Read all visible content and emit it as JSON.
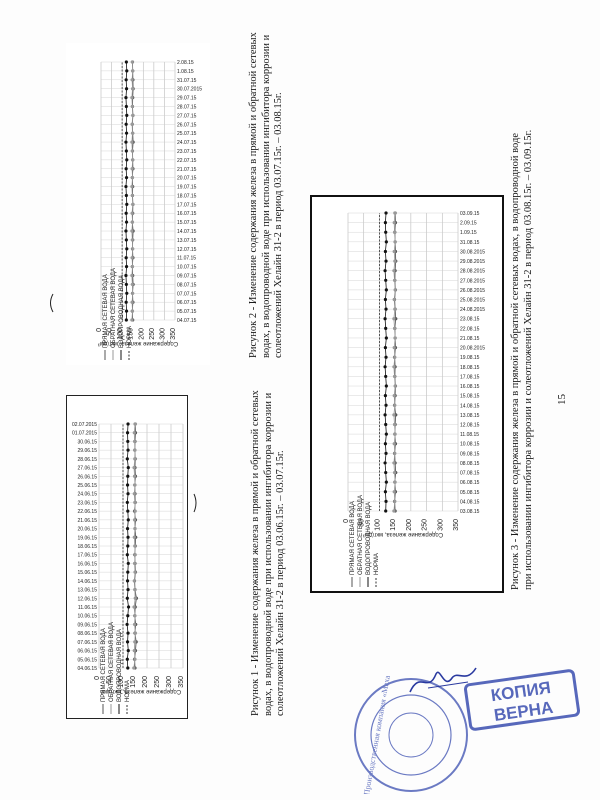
{
  "page_number": "15",
  "stamp_copy": {
    "line1": "КОПИЯ",
    "line2": "ВЕРНА"
  },
  "seal_text": "Производственная компания «Махаон»",
  "captions": {
    "fig1": [
      "Рисунок 1 - Изменение содержания железа в прямой и обратной сетевых",
      "водах, в водопроводной воде при использовании ингибитора коррозии и",
      "солеотложений Хелайн 31-2 в период 03.06.15г. – 03.07.15г."
    ],
    "fig2": [
      "Рисунок 2 - Изменение содержания железа в прямой и обратной сетевых",
      "водах, в водопроводной воде при использовании ингибитора коррозии и",
      "солеотложений Хелайн 31-2 в период 03.07.15г. – 03.08.15г."
    ],
    "fig3": [
      "Рисунок 3 - Изменение содержания железа в прямой и обратной сетевых водах, в водопроводной воде",
      "при использовании ингибитора коррозии и солеотложений Хелайн 31-2 в период 03.08.15г. – 03.09.15г."
    ]
  },
  "chart_data": [
    {
      "type": "line",
      "id": "fig1",
      "ylabel": "Содержание железа, мкг/дм³",
      "yticks": [
        "0",
        "50",
        "100",
        "150",
        "200",
        "250",
        "300",
        "350"
      ],
      "ylim": [
        0,
        350
      ],
      "grid": true,
      "x": [
        "04.06.15",
        "05.06.15",
        "06.06.15",
        "07.06.15",
        "08.06.15",
        "09.06.15",
        "10.06.15",
        "11.06.15",
        "12.06.15",
        "13.06.15",
        "14.06.15",
        "15.06.15",
        "16.06.15",
        "17.06.15",
        "18.06.15",
        "19.06.15",
        "20.06.15",
        "21.06.15",
        "22.06.15",
        "23.06.15",
        "24.06.15",
        "25.06.15",
        "26.06.15",
        "27.06.15",
        "28.06.15",
        "29.06.15",
        "30.06.15",
        "01.07.2015",
        "02.07.2015"
      ],
      "series": [
        {
          "name": "ПРЯМАЯ СЕТЕВАЯ ВОДА",
          "color": "#555555",
          "values": [
            150,
            148,
            152,
            155,
            150,
            153,
            149,
            151,
            156,
            150,
            148,
            152,
            150,
            149,
            151,
            153,
            150,
            152,
            148,
            151,
            150,
            149,
            152,
            150,
            151,
            149,
            150,
            152,
            151
          ]
        },
        {
          "name": "ОБРАТНАЯ СЕТЕВАЯ ВОДА",
          "color": "#999999",
          "values": [
            145,
            150,
            147,
            149,
            152,
            148,
            150,
            146,
            151,
            149,
            147,
            150,
            148,
            151,
            149,
            147,
            150,
            148,
            151,
            149,
            147,
            150,
            148,
            146,
            149,
            150,
            148,
            147,
            150
          ]
        },
        {
          "name": "ВОДОПРОВОДНАЯ ВОДА",
          "color": "#111111",
          "values": [
            120,
            118,
            122,
            119,
            121,
            117,
            120,
            123,
            118,
            121,
            119,
            120,
            122,
            118,
            120,
            121,
            119,
            122,
            120,
            118,
            121,
            119,
            120,
            122,
            118,
            121,
            120,
            119,
            121
          ]
        },
        {
          "name": "НОРМА",
          "color": "#333333",
          "dashed": true,
          "values": [
            100,
            100,
            100,
            100,
            100,
            100,
            100,
            100,
            100,
            100,
            100,
            100,
            100,
            100,
            100,
            100,
            100,
            100,
            100,
            100,
            100,
            100,
            100,
            100,
            100,
            100,
            100,
            100,
            100
          ]
        }
      ]
    },
    {
      "type": "line",
      "id": "fig2",
      "ylabel": "Содержание железа, мкг/дм³",
      "yticks": [
        "0",
        "50",
        "100",
        "150",
        "200",
        "250",
        "300",
        "350"
      ],
      "ylim": [
        0,
        350
      ],
      "grid": true,
      "x": [
        "04.07.15",
        "05.07.15",
        "06.07.15",
        "07.07.15",
        "08.07.15",
        "09.07.15",
        "10.07.15",
        "11.07.15",
        "12.07.15",
        "13.07.15",
        "14.07.15",
        "15.07.15",
        "16.07.15",
        "17.07.15",
        "18.07.15",
        "19.07.15",
        "20.07.15",
        "21.07.15",
        "22.07.15",
        "23.07.15",
        "24.07.15",
        "25.07.15",
        "26.07.15",
        "27.07.15",
        "28.07.15",
        "29.07.15",
        "30.07.2015",
        "31.07.15",
        "1.08.15",
        "2.08.15"
      ],
      "series": [
        {
          "name": "ПРЯМАЯ СЕТЕВАЯ ВОДА",
          "color": "#555555",
          "values": [
            150,
            148,
            151,
            149,
            152,
            150,
            148,
            151,
            149,
            150,
            152,
            148,
            150,
            151,
            149,
            150,
            148,
            151,
            150,
            149,
            152,
            150,
            148,
            151,
            149,
            150,
            152,
            151,
            150,
            149
          ]
        },
        {
          "name": "ОБРАТНАЯ СЕТЕВАЯ ВОДА",
          "color": "#999999",
          "values": [
            146,
            149,
            147,
            150,
            148,
            146,
            149,
            147,
            150,
            148,
            146,
            149,
            147,
            150,
            148,
            146,
            149,
            147,
            150,
            148,
            146,
            149,
            147,
            150,
            148,
            146,
            149,
            147,
            150,
            148
          ]
        },
        {
          "name": "ВОДОПРОВОДНАЯ ВОДА",
          "color": "#111111",
          "values": [
            120,
            121,
            119,
            122,
            120,
            118,
            121,
            119,
            122,
            120,
            118,
            121,
            119,
            122,
            120,
            118,
            121,
            119,
            122,
            120,
            118,
            121,
            119,
            122,
            120,
            118,
            121,
            119,
            122,
            120
          ]
        },
        {
          "name": "НОРМА",
          "color": "#333333",
          "dashed": true,
          "values": [
            100,
            100,
            100,
            100,
            100,
            100,
            100,
            100,
            100,
            100,
            100,
            100,
            100,
            100,
            100,
            100,
            100,
            100,
            100,
            100,
            100,
            100,
            100,
            100,
            100,
            100,
            100,
            100,
            100,
            100
          ]
        }
      ]
    },
    {
      "type": "line",
      "id": "fig3",
      "ylabel": "Содержание железа, мкг/дм³",
      "yticks": [
        "0",
        "50",
        "100",
        "150",
        "200",
        "250",
        "300",
        "350"
      ],
      "ylim": [
        0,
        350
      ],
      "grid": true,
      "x": [
        "03.08.15",
        "04.08.15",
        "05.08.15",
        "06.08.15",
        "07.08.15",
        "08.08.15",
        "09.08.15",
        "10.08.15",
        "11.08.15",
        "12.08.15",
        "13.08.15",
        "14.08.15",
        "15.08.15",
        "16.08.15",
        "17.08.15",
        "18.08.15",
        "19.08.15",
        "20.08.2015",
        "21.08.15",
        "22.08.15",
        "23.08.15",
        "24.08.2015",
        "25.08.2015",
        "26.08.2015",
        "27.08.2015",
        "28.08.2015",
        "29.08.2015",
        "30.08.2015",
        "31.08.15",
        "1.09.15",
        "2.09.15",
        "03.09.15"
      ],
      "series": [
        {
          "name": "ПРЯМАЯ СЕТЕВАЯ ВОДА",
          "color": "#555555",
          "values": [
            150,
            148,
            151,
            149,
            152,
            150,
            148,
            151,
            149,
            150,
            152,
            148,
            150,
            151,
            149,
            150,
            148,
            151,
            150,
            149,
            152,
            150,
            148,
            151,
            149,
            150,
            152,
            151,
            150,
            149,
            151,
            150
          ]
        },
        {
          "name": "ОБРАТНАЯ СЕТЕВАЯ ВОДА",
          "color": "#999999",
          "values": [
            146,
            149,
            147,
            150,
            148,
            146,
            149,
            147,
            150,
            148,
            146,
            149,
            147,
            150,
            148,
            146,
            149,
            147,
            150,
            148,
            146,
            149,
            147,
            150,
            148,
            146,
            149,
            147,
            150,
            148,
            147,
            149
          ]
        },
        {
          "name": "ВОДОПРОВОДНАЯ ВОДА",
          "color": "#111111",
          "values": [
            120,
            121,
            119,
            122,
            120,
            118,
            121,
            119,
            122,
            120,
            118,
            121,
            119,
            122,
            120,
            118,
            121,
            119,
            122,
            120,
            118,
            121,
            119,
            122,
            120,
            118,
            121,
            119,
            122,
            120,
            119,
            121
          ]
        },
        {
          "name": "НОРМА",
          "color": "#333333",
          "dashed": true,
          "values": [
            100,
            100,
            100,
            100,
            100,
            100,
            100,
            100,
            100,
            100,
            100,
            100,
            100,
            100,
            100,
            100,
            100,
            100,
            100,
            100,
            100,
            100,
            100,
            100,
            100,
            100,
            100,
            100,
            100,
            100,
            100,
            100
          ]
        }
      ]
    }
  ]
}
